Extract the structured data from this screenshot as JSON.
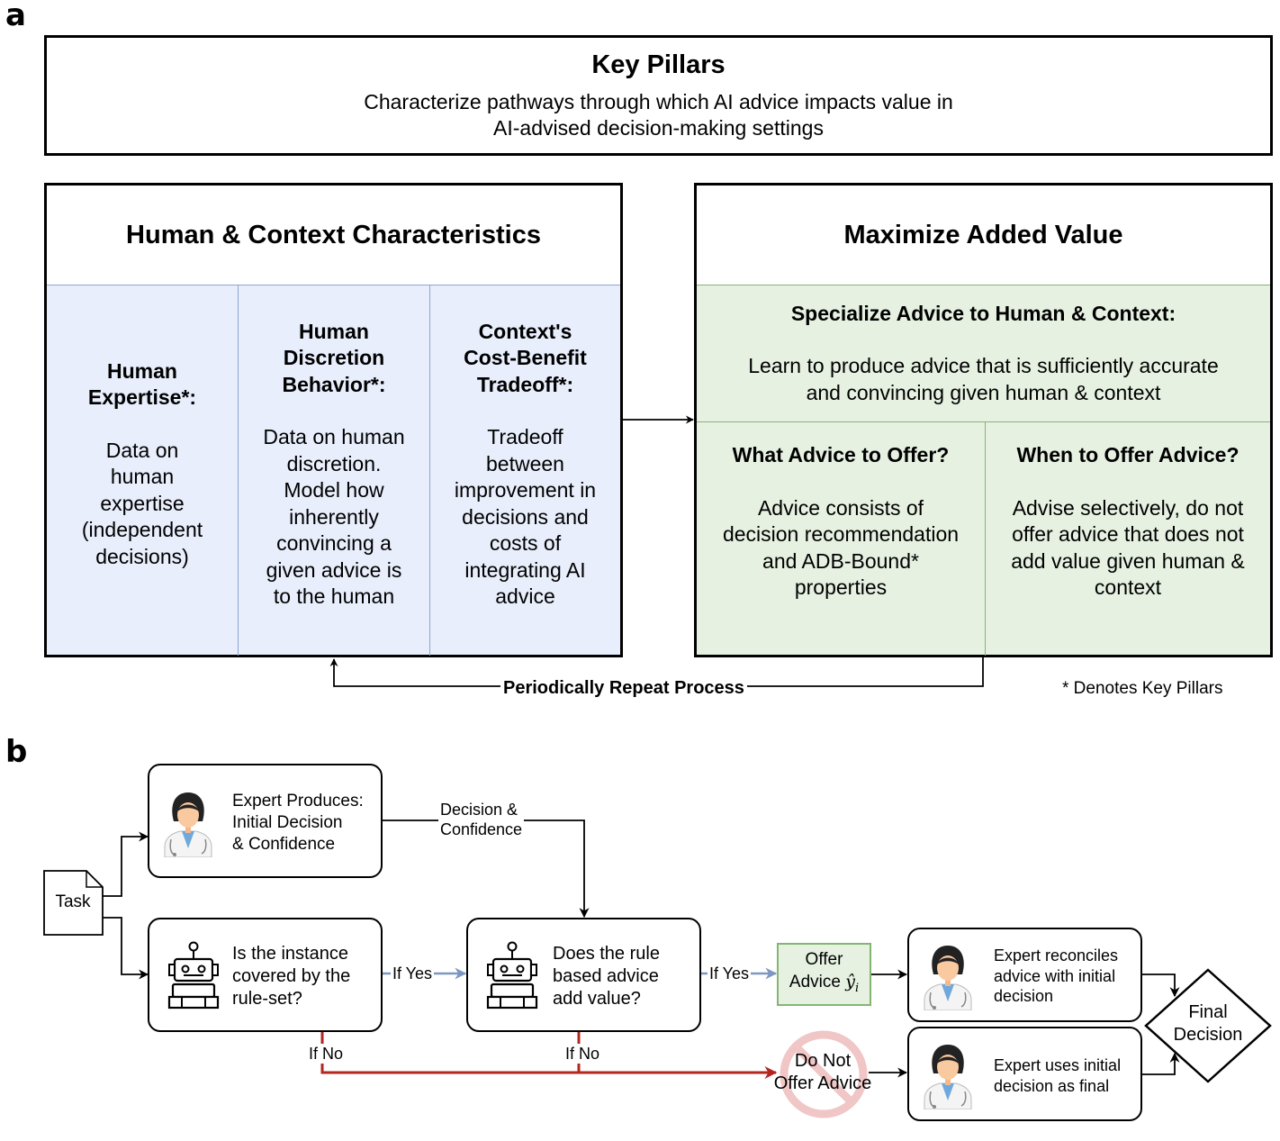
{
  "panel_a": {
    "letter": "a",
    "key_pillars": {
      "title": "Key Pillars",
      "line1": "Characterize pathways through which AI advice impacts value in",
      "line2": "AI-advised decision-making settings"
    },
    "human_context": {
      "title": "Human & Context Characteristics",
      "columns": [
        {
          "heading": [
            "Human",
            "Expertise*:"
          ],
          "body": [
            "Data on",
            "human",
            "expertise",
            "(independent",
            "decisions)"
          ]
        },
        {
          "heading": [
            "Human",
            "Discretion",
            "Behavior*:"
          ],
          "body": [
            "Data on human",
            "discretion.",
            "Model how",
            "inherently",
            "convincing a",
            "given advice is",
            "to the human"
          ]
        },
        {
          "heading": [
            "Context's",
            "Cost-Benefit",
            "Tradeoff*:"
          ],
          "body": [
            "Tradeoff",
            "between",
            "improvement in",
            "decisions and",
            "costs of",
            "integrating AI",
            "advice"
          ]
        }
      ]
    },
    "added_value": {
      "title": "Maximize Added Value",
      "specialize": {
        "heading": "Specialize Advice to Human & Context:",
        "body": [
          "Learn to produce advice that is sufficiently accurate",
          "and convincing given human & context"
        ]
      },
      "columns": [
        {
          "heading": "What Advice to Offer?",
          "body": [
            "Advice consists of",
            "decision recommendation",
            "and ADB-Bound*",
            "properties"
          ]
        },
        {
          "heading": "When to Offer Advice?",
          "body": [
            "Advise selectively, do not",
            "offer advice that does not",
            "add value given human &",
            "context"
          ]
        }
      ]
    },
    "repeat_label": "Periodically Repeat Process",
    "footnote": "* Denotes Key Pillars"
  },
  "panel_b": {
    "letter": "b",
    "task": "Task",
    "expert_produces": [
      "Expert Produces:",
      "Initial Decision",
      "& Confidence"
    ],
    "decision_confidence": [
      "Decision &",
      "Confidence"
    ],
    "instance_covered": [
      "Is the instance",
      "covered by the",
      "rule-set?"
    ],
    "rule_value": [
      "Does the rule",
      "based advice",
      "add value?"
    ],
    "if_yes": "If Yes",
    "if_no": "If No",
    "offer_advice": [
      "Offer",
      "Advice"
    ],
    "offer_symbol": "ŷ",
    "offer_subscript": "i",
    "do_not_offer": [
      "Do Not",
      "Offer Advice"
    ],
    "expert_reconciles": [
      "Expert reconciles",
      "advice with initial",
      "decision"
    ],
    "expert_uses": [
      "Expert uses initial",
      "decision as final"
    ],
    "final_decision": [
      "Final",
      "Decision"
    ]
  },
  "colors": {
    "blue_fill": "#e8eefb",
    "blue_divider": "#8fa6cf",
    "green_fill": "#e6f1e2",
    "green_border": "#84b672",
    "yes_arrow": "#7e97c2",
    "no_arrow": "#b3261e",
    "no_sign": "#f0c6c6"
  },
  "icons": [
    "doctor-icon",
    "robot-icon",
    "document-icon",
    "prohibition-icon"
  ]
}
